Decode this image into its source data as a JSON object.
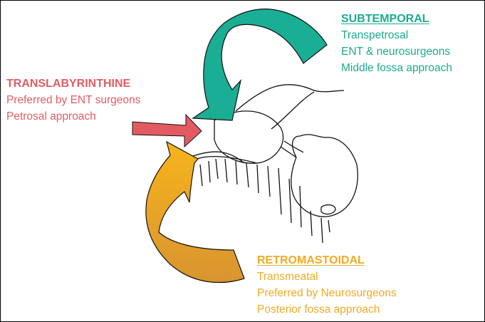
{
  "subtemporal": {
    "title": "SUBTEMPORAL",
    "lines": [
      "Transpetrosal",
      "ENT & neurosurgeons",
      "Middle fossa approach"
    ],
    "color": "#1bab90"
  },
  "translabyrinthine": {
    "title": "TRANSLABYRINTHINE",
    "lines": [
      "Preferred by ENT surgeons",
      "Petrosal approach"
    ],
    "color": "#e25c63"
  },
  "retromastoidal": {
    "title": "RETROMASTOIDAL",
    "lines": [
      "Transmeatal",
      "Preferred by Neurosurgeons",
      "Posterior fossa approach"
    ],
    "color": "#f1aa24"
  }
}
